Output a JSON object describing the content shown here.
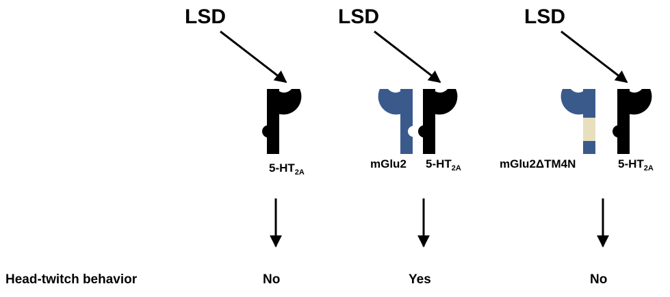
{
  "columns": [
    {
      "ligand": "LSD",
      "receptors": [
        {
          "name": "5-HT",
          "sub": "2A",
          "kind": "5-HT2A"
        }
      ],
      "outcome": "No"
    },
    {
      "ligand": "LSD",
      "receptors": [
        {
          "name": "mGlu2",
          "sub": "",
          "kind": "mGlu2"
        },
        {
          "name": "5-HT",
          "sub": "2A",
          "kind": "5-HT2A"
        }
      ],
      "outcome": "Yes"
    },
    {
      "ligand": "LSD",
      "receptors": [
        {
          "name": "mGlu2ΔTM4N",
          "sub": "",
          "kind": "mGlu2-mutant"
        },
        {
          "name": "5-HT",
          "sub": "2A",
          "kind": "5-HT2A"
        }
      ],
      "outcome": "No"
    }
  ],
  "row_label": "Head-twitch behavior",
  "colors": {
    "ht2a": "#000000",
    "mglu2": "#3a5a8c",
    "mutant_segment": "#e8dfbf"
  }
}
